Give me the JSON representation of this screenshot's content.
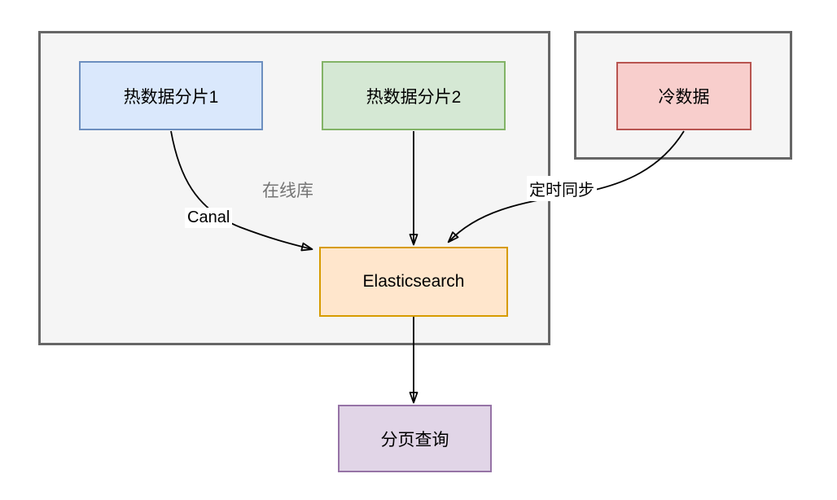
{
  "diagram": {
    "area_label": "在线库",
    "groups": {
      "online_db": {
        "name": "在线库",
        "fill": "#f5f5f5",
        "border": "#666666"
      },
      "cold_storage": {
        "fill": "#f5f5f5",
        "border": "#666666"
      }
    },
    "nodes": {
      "hot_shard_1": {
        "label": "热数据分片1",
        "fill": "#dae8fc",
        "border": "#6c8ebf"
      },
      "hot_shard_2": {
        "label": "热数据分片2",
        "fill": "#d5e8d4",
        "border": "#82b366"
      },
      "cold_data": {
        "label": "冷数据",
        "fill": "#f8cecc",
        "border": "#b85450"
      },
      "elasticsearch": {
        "label": "Elasticsearch",
        "fill": "#ffe6cc",
        "border": "#d79b00"
      },
      "page_query": {
        "label": "分页查询",
        "fill": "#e1d5e7",
        "border": "#9673a6"
      }
    },
    "edges": {
      "canal": {
        "label": "Canal",
        "from": "hot_shard_1",
        "to": "elasticsearch"
      },
      "shard2_to_es": {
        "label": "",
        "from": "hot_shard_2",
        "to": "elasticsearch"
      },
      "scheduled_sync": {
        "label": "定时同步",
        "from": "cold_data",
        "to": "elasticsearch"
      },
      "es_to_page_query": {
        "label": "",
        "from": "elasticsearch",
        "to": "page_query"
      }
    },
    "colors": {
      "edge_stroke": "#000000",
      "area_label_text": "#757575",
      "canvas_background": "#ffffff"
    }
  }
}
